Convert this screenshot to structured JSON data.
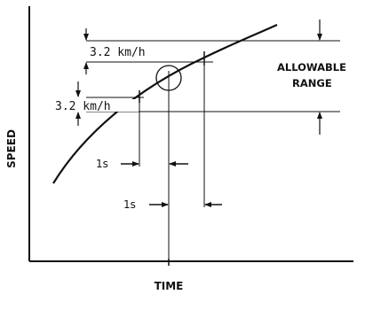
{
  "labels": {
    "y_axis": "SPEED",
    "x_axis": "TIME",
    "upper_tolerance": "3.2 km/h",
    "lower_tolerance": "3.2 km/h",
    "allowable_line1": "ALLOWABLE",
    "allowable_line2": "RANGE",
    "time_offset_1": "1s",
    "time_offset_2": "1s"
  },
  "colors": {
    "ink": "#111111",
    "background": "#ffffff"
  }
}
